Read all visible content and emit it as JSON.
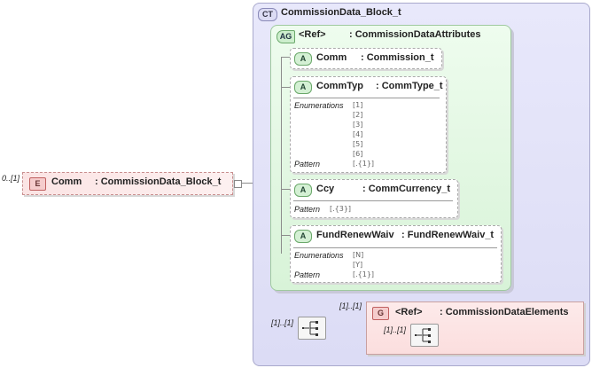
{
  "complex_type": {
    "badge": "CT",
    "name": "CommissionData_Block_t"
  },
  "attribute_group": {
    "badge": "AG",
    "ref": "<Ref>",
    "name": ": CommissionDataAttributes"
  },
  "attributes": [
    {
      "badge": "A",
      "name": "Comm",
      "type": ": Commission_t"
    },
    {
      "badge": "A",
      "name": "CommTyp",
      "type": ": CommType_t",
      "enum_label": "Enumerations",
      "enums": [
        "[1]",
        "[2]",
        "[3]",
        "[4]",
        "[5]",
        "[6]"
      ],
      "pattern_label": "Pattern",
      "pattern": "[.{1}]"
    },
    {
      "badge": "A",
      "name": "Ccy",
      "type": ": CommCurrency_t",
      "pattern_label": "Pattern",
      "pattern": "[.{3}]"
    },
    {
      "badge": "A",
      "name": "FundRenewWaiv",
      "type": ": FundRenewWaiv_t",
      "enum_label": "Enumerations",
      "enums": [
        "[N]",
        "[Y]"
      ],
      "pattern_label": "Pattern",
      "pattern": "[.{1}]"
    }
  ],
  "element": {
    "badge": "E",
    "name": "Comm",
    "type": ": CommissionData_Block_t",
    "occurrence": "0..[1]"
  },
  "sequence": {
    "occurrence": "[1]..[1]"
  },
  "group": {
    "badge": "G",
    "ref": "<Ref>",
    "name": ": CommissionDataElements",
    "occurrence": "[1]..[1]",
    "inner_occurrence": "[1]..[1]"
  }
}
